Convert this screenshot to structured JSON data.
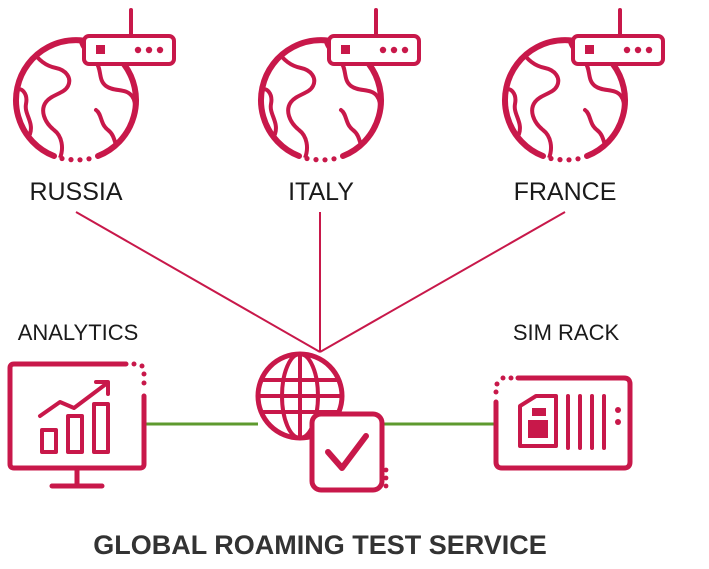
{
  "title": "GLOBAL ROAMING TEST SERVICE",
  "colors": {
    "accent": "#c8184a",
    "link": "#5e9a2e",
    "text": "#1a1a1a"
  },
  "countries": [
    {
      "label": "RUSSIA",
      "icon": "globe-with-router-icon"
    },
    {
      "label": "ITALY",
      "icon": "globe-with-router-icon"
    },
    {
      "label": "FRANCE",
      "icon": "globe-with-router-icon"
    }
  ],
  "nodes": {
    "analytics": {
      "label": "ANALYTICS",
      "icon": "analytics-monitor-icon"
    },
    "hub": {
      "icon": "globe-check-icon"
    },
    "sim_rack": {
      "label": "SIM RACK",
      "icon": "sim-rack-icon"
    }
  }
}
